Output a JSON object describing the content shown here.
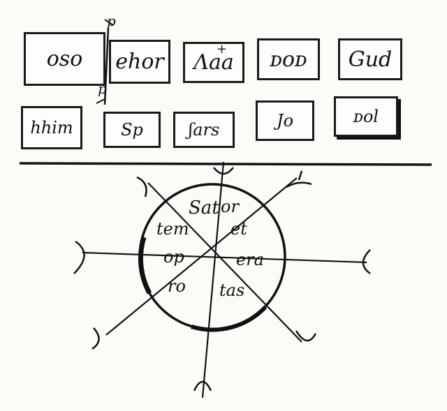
{
  "row1": [
    "oso",
    "ehor",
    "Λaa",
    "ᴅoᴅ",
    "Gud"
  ],
  "row2": [
    "hhim",
    "Sp",
    "ʃars",
    "Jo",
    "ᴅol"
  ],
  "marks": {
    "top_hook": "p",
    "mid_hook": "p",
    "cross": "+"
  },
  "seal": {
    "segments": [
      "Sat",
      "or",
      "tem",
      "et",
      "op",
      "era",
      "ro",
      "tas"
    ]
  }
}
